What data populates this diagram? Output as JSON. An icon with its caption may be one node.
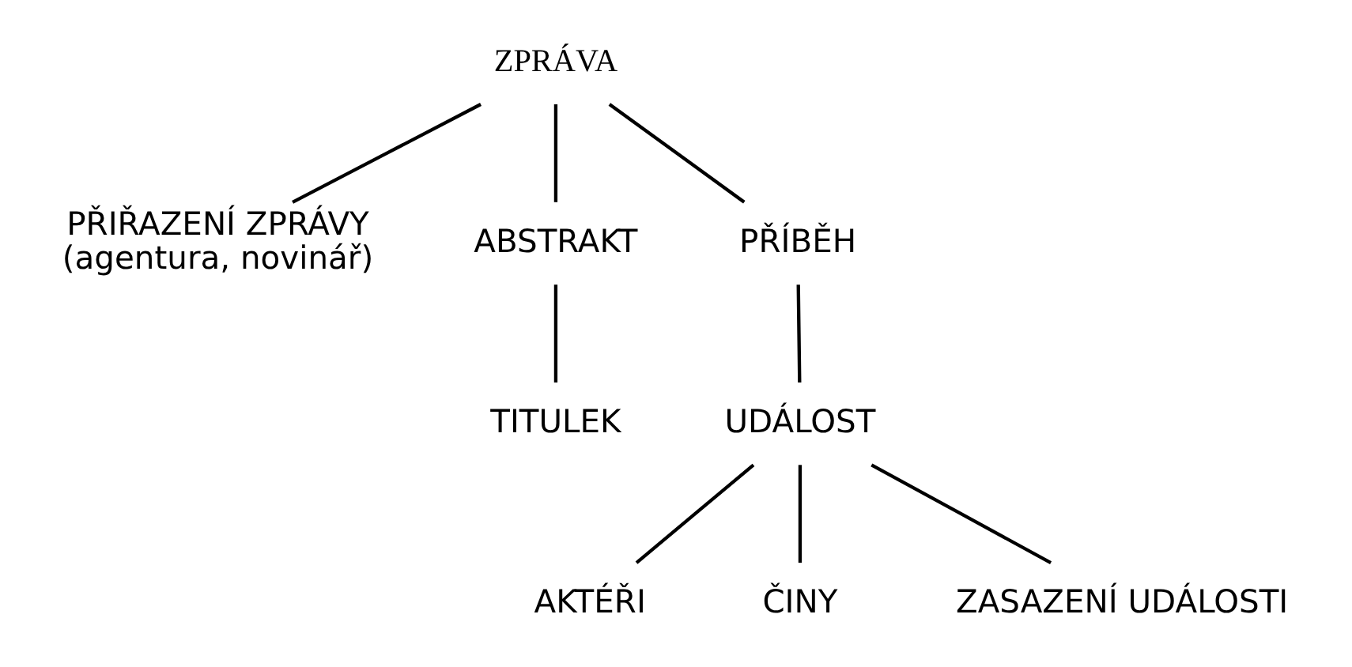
{
  "diagram": {
    "nodes": [
      {
        "text": [
          "ZPRÁVA"
        ]
      },
      {
        "text": [
          "PŘIŘAZENÍ ZPRÁVY",
          "(agentura, novinář)"
        ]
      },
      {
        "text": [
          "ABSTRAKT"
        ]
      },
      {
        "text": [
          "PŘÍBĚH"
        ]
      },
      {
        "text": [
          "TITULEK"
        ]
      },
      {
        "text": [
          "UDÁLOST"
        ]
      },
      {
        "text": [
          "AKTÉŘI"
        ]
      },
      {
        "text": [
          "ČINY"
        ]
      },
      {
        "text": [
          "ZASAZENÍ UDÁLOSTI"
        ]
      }
    ],
    "edges": [
      {
        "from": 0,
        "to": 1,
        "arrow": "none"
      },
      {
        "from": 0,
        "to": 2,
        "arrow": "none"
      },
      {
        "from": 0,
        "to": 3,
        "arrow": "none"
      },
      {
        "from": 2,
        "to": 4,
        "arrow": "none"
      },
      {
        "from": 3,
        "to": 5,
        "arrow": "none"
      },
      {
        "from": 5,
        "to": 6,
        "arrow": "none"
      },
      {
        "from": 5,
        "to": 7,
        "arrow": "none"
      },
      {
        "from": 5,
        "to": 8,
        "arrow": "none"
      }
    ]
  }
}
